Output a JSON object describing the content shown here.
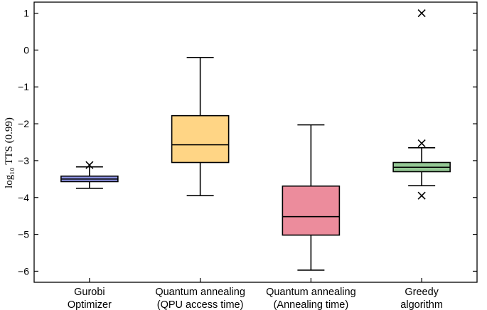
{
  "chart_data": {
    "type": "box",
    "ylabel": "log₁₀ TTS (0.99)",
    "ylim": [
      -6.3,
      1.3
    ],
    "yticks": [
      1,
      0,
      -1,
      -2,
      -3,
      -4,
      -5,
      -6
    ],
    "ytick_labels": [
      "1",
      "0",
      "−1",
      "−2",
      "−3",
      "−4",
      "−5",
      "−6"
    ],
    "grid": false,
    "categories": [
      {
        "line1": "Gurobi",
        "line2": "Optimizer"
      },
      {
        "line1": "Quantum annealing",
        "line2": "(QPU access time)"
      },
      {
        "line1": "Quantum annealing",
        "line2": "(Annealing time)"
      },
      {
        "line1": "Greedy",
        "line2": "algorithm"
      }
    ],
    "boxes": [
      {
        "whisker_low": -3.75,
        "q1": -3.57,
        "median": -3.5,
        "q3": -3.42,
        "whisker_high": -3.17,
        "outliers": [
          -3.12
        ],
        "color": "#8f95e6"
      },
      {
        "whisker_low": -3.95,
        "q1": -3.05,
        "median": -2.57,
        "q3": -1.78,
        "whisker_high": -0.2,
        "outliers": [],
        "color": "#ffd585"
      },
      {
        "whisker_low": -5.97,
        "q1": -5.02,
        "median": -4.52,
        "q3": -3.69,
        "whisker_high": -2.03,
        "outliers": [],
        "color": "#ec8c9c"
      },
      {
        "whisker_low": -3.68,
        "q1": -3.3,
        "median": -3.18,
        "q3": -3.05,
        "whisker_high": -2.65,
        "outliers": [
          1.0,
          -2.53,
          -3.95
        ],
        "color": "#94c794"
      }
    ]
  }
}
